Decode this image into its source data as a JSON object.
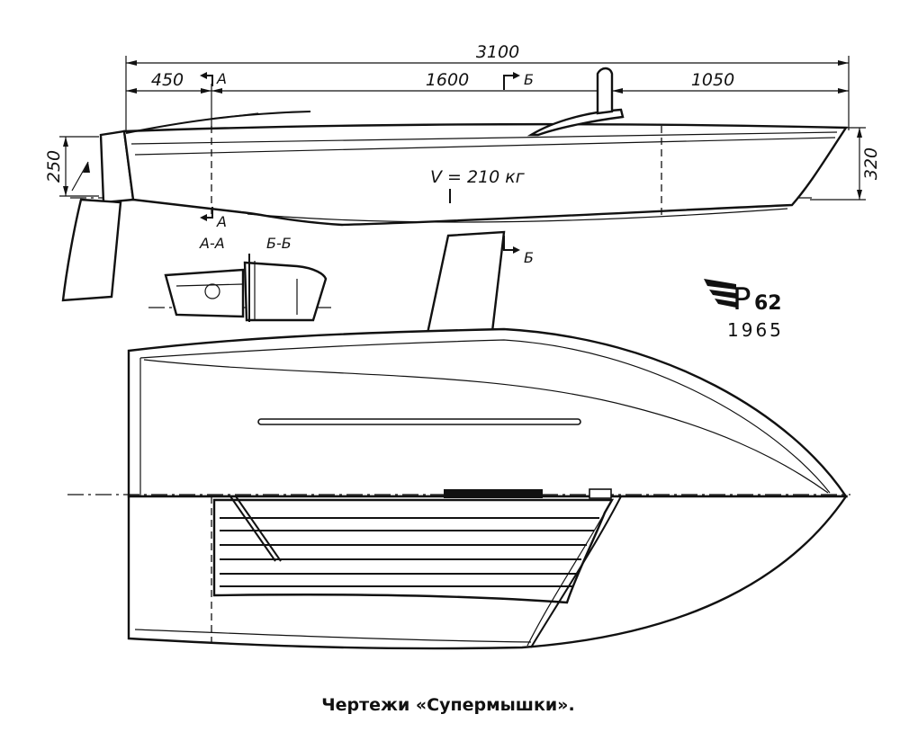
{
  "dimensions": {
    "overall_length": "3100",
    "bow_segment": "450",
    "middle_segment": "1600",
    "stern_segment": "1050",
    "bow_height": "250",
    "stern_height": "320"
  },
  "section_marks": {
    "a_label": "A",
    "b_label": "Б",
    "section_aa": "А-А",
    "section_bb": "Б-Б"
  },
  "displacement_label": "V = 210 кг",
  "stamp": {
    "class": "Р",
    "number": "62",
    "year": "1965"
  },
  "caption": "Чертежи «Супермышки»."
}
